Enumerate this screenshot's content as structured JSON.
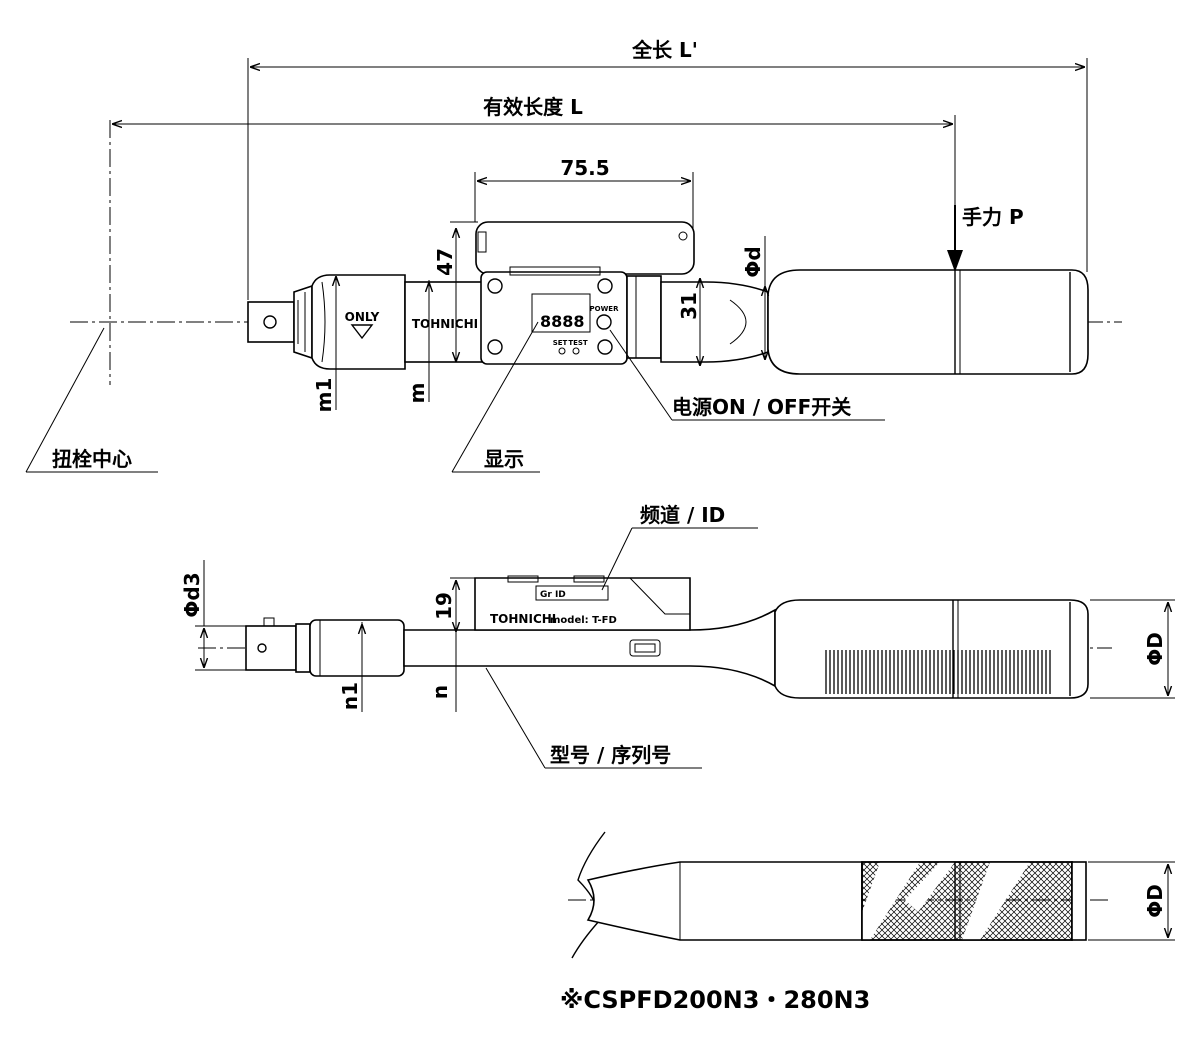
{
  "view_top": {
    "dims": {
      "overall_length": "全长 L'",
      "effective_length": "有效长度 L",
      "display_width": "75.5",
      "height_47": "47",
      "height_31": "31",
      "phi_d": "Φd",
      "m1": "m1",
      "m": "m"
    },
    "labels": {
      "hand_force": "手力 P",
      "power_switch": "电源ON / OFF开关",
      "display": "显示",
      "torque_center": "扭栓中心"
    },
    "product": {
      "brand": "TOHNICHI",
      "direction_mark": "ONLY",
      "button_set": "SET",
      "button_test": "TEST",
      "button_power": "POWER"
    }
  },
  "view_side": {
    "dims": {
      "phi_d3": "Φd3",
      "height_19": "19",
      "n1": "n1",
      "n": "n",
      "phi_D": "ΦD"
    },
    "labels": {
      "channel_id": "频道 / ID",
      "model_serial": "型号 / 序列号"
    },
    "product": {
      "brand": "TOHNICHI",
      "model": "model: T-FD",
      "window": "Gr  ID"
    }
  },
  "view_grip": {
    "dims": {
      "phi_D": "ΦD"
    },
    "caption": "※CSPFD200N3・280N3"
  }
}
